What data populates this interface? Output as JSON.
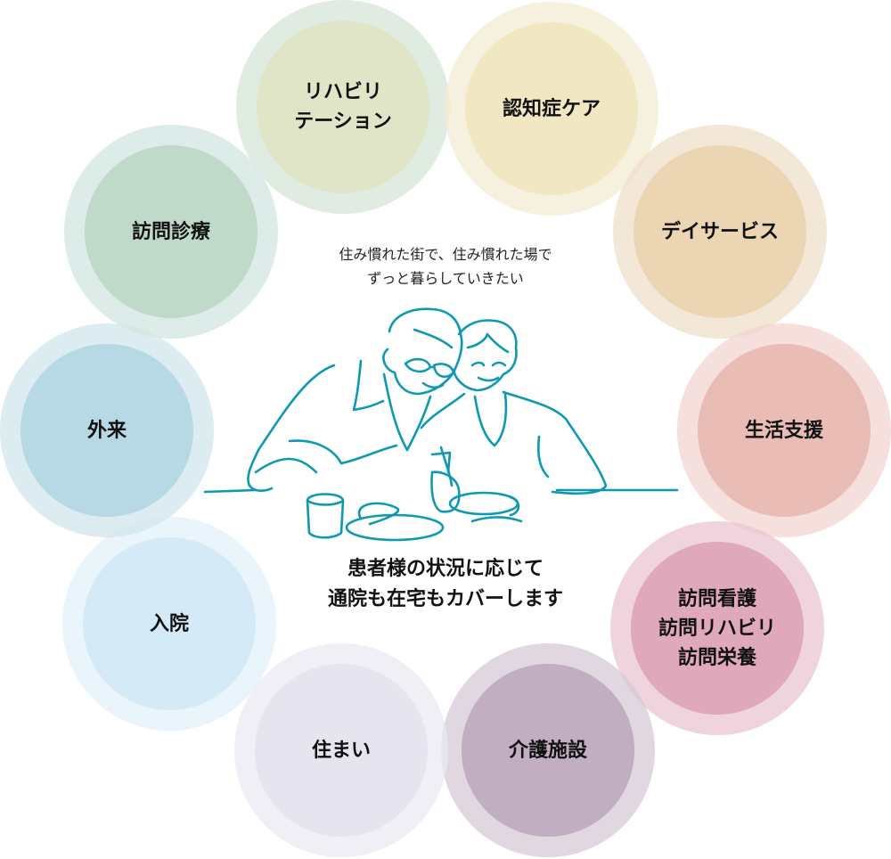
{
  "services": [
    {
      "label": "リハビリ\nテーション",
      "inner": "#e1e5c8",
      "outer": "#d6e6d7"
    },
    {
      "label": "認知症ケア",
      "inner": "#f2e7c3",
      "outer": "#f3ecd3"
    },
    {
      "label": "デイサービス",
      "inner": "#ecd5b3",
      "outer": "#efdfc9"
    },
    {
      "label": "生活支援",
      "inner": "#e9bdb5",
      "outer": "#f1d6d1"
    },
    {
      "label": "訪問看護\n訪問リハビリ\n訪問栄養",
      "inner": "#dfa8bb",
      "outer": "#eac6d1"
    },
    {
      "label": "介護施設",
      "inner": "#c1aec0",
      "outer": "#d7cad6"
    },
    {
      "label": "住まい",
      "inner": "#e6e4ef",
      "outer": "#eae9f1"
    },
    {
      "label": "入院",
      "inner": "#d4eaf6",
      "outer": "#e2f0f9"
    },
    {
      "label": "外来",
      "inner": "#b7d9e6",
      "outer": "#d2e5ec"
    },
    {
      "label": "訪問診療",
      "inner": "#bfdac9",
      "outer": "#d3e5e2"
    }
  ],
  "tagline": [
    "住み慣れた街で、住み慣れた場で",
    "ずっと暮らしていきたい"
  ],
  "headline": [
    "患者様の状況に応じて",
    "通院も在宅もカバーします"
  ],
  "illustration_color": "#0e98b3"
}
